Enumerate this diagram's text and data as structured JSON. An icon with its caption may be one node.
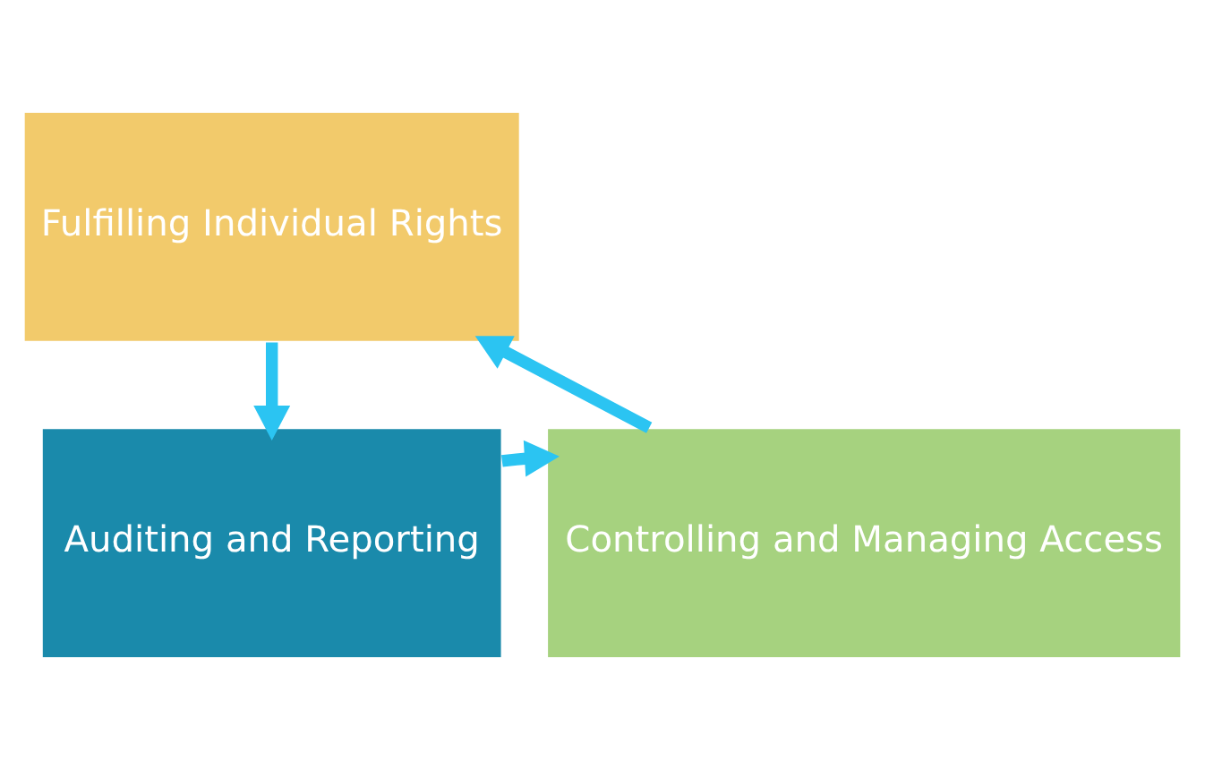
{
  "diagram": {
    "nodes": [
      {
        "text": [
          "Fulfilling Individual Rights"
        ]
      },
      {
        "text": [
          "Controlling and Managing Access"
        ]
      },
      {
        "text": [
          "Auditing and Reporting"
        ]
      }
    ],
    "edges": [
      {
        "from": 0,
        "to": 2,
        "arrow": "to"
      },
      {
        "from": 2,
        "to": 1,
        "arrow": "to"
      },
      {
        "from": 1,
        "to": 0,
        "arrow": "to"
      }
    ]
  }
}
